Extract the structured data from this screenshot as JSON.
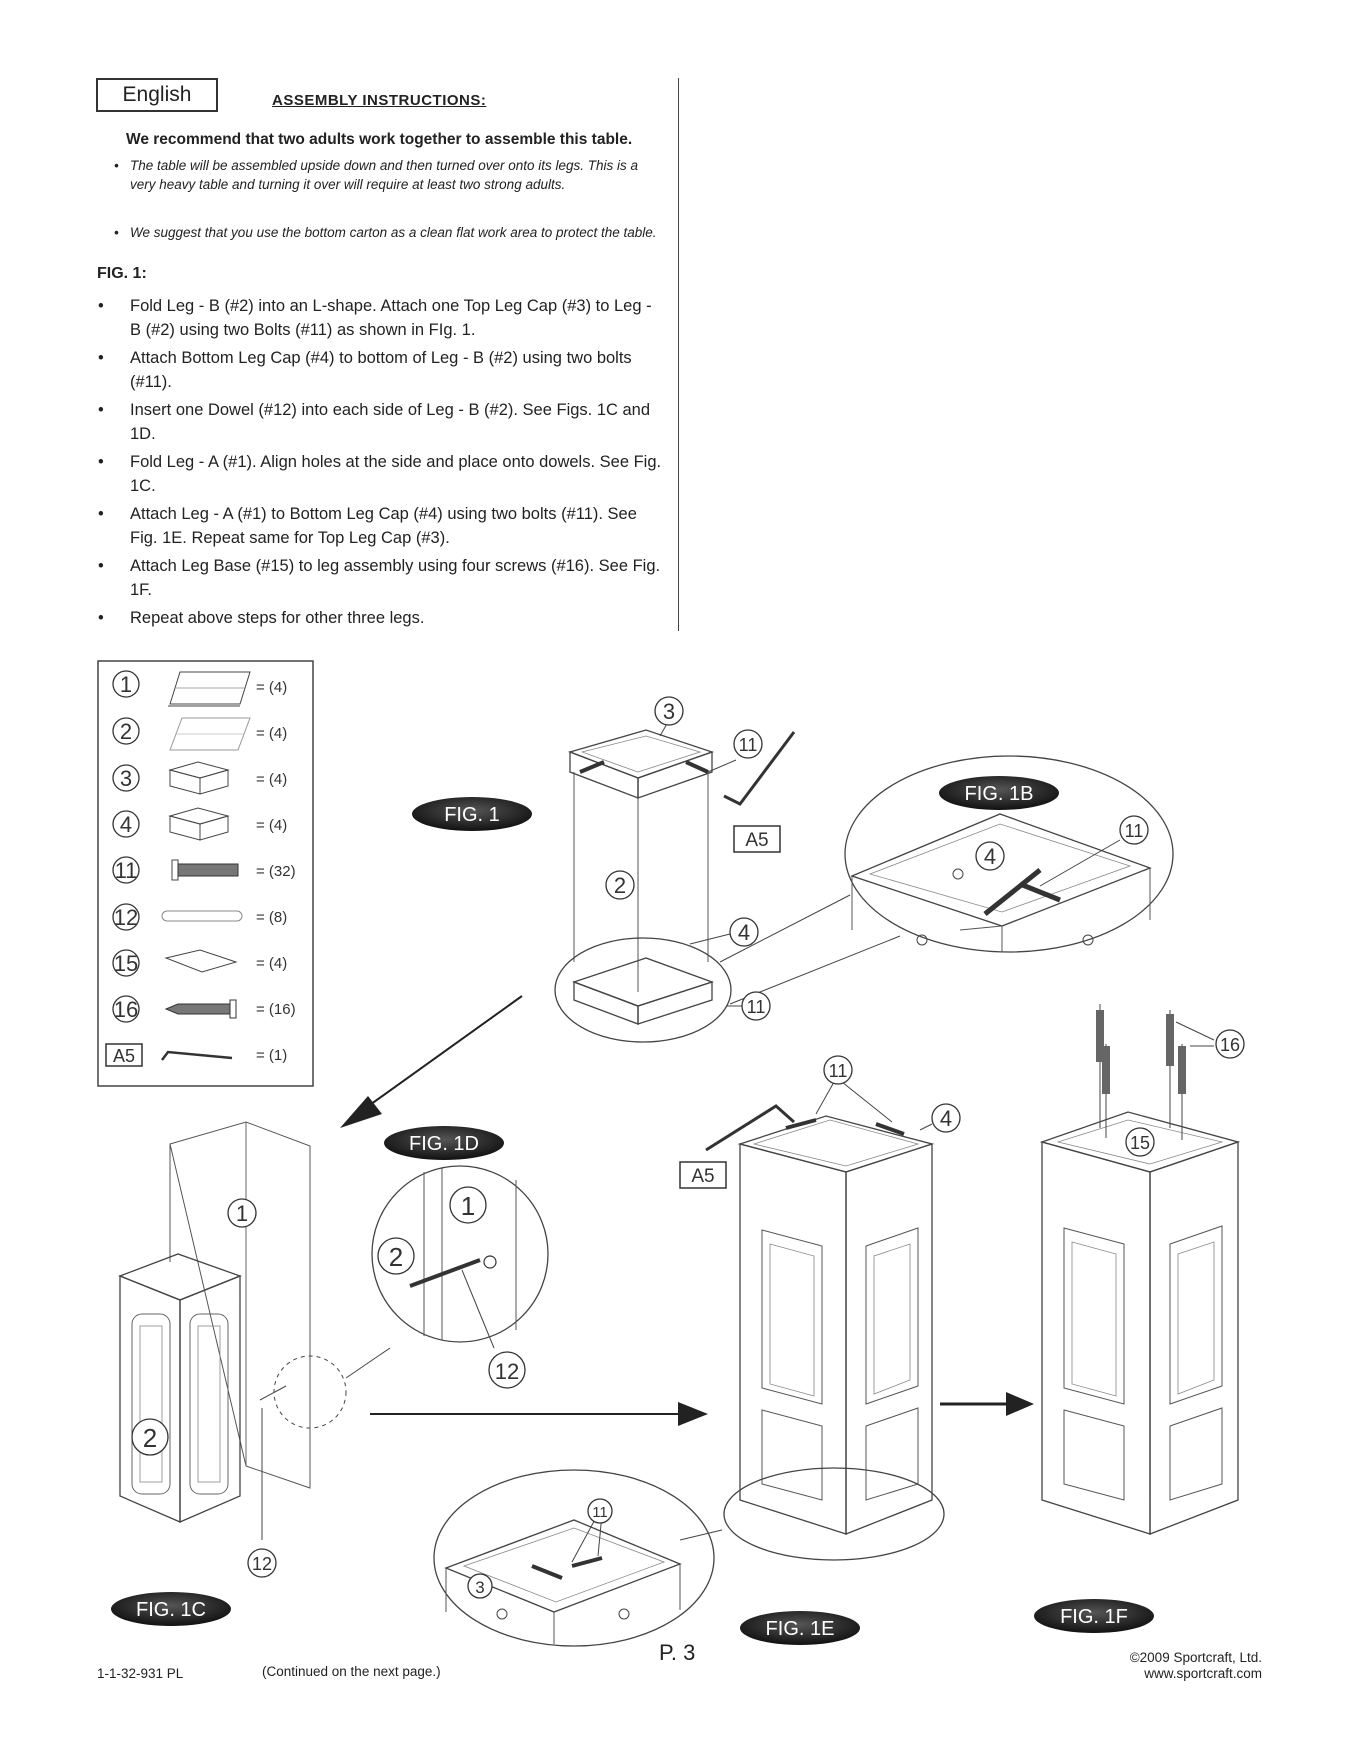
{
  "header": {
    "language": "English",
    "title": "ASSEMBLY INSTRUCTIONS:",
    "recommend": "We recommend that two adults work together to assemble this table."
  },
  "notes": [
    "The table will be assembled upside down and then turned over onto its legs. This is a very heavy table and turning it over will require at least two strong adults.",
    "We suggest that you use the bottom carton as a clean flat work area to protect the table."
  ],
  "fig1_heading": "FIG. 1:",
  "steps": [
    "Fold Leg - B (#2) into an L-shape. Attach one Top Leg Cap (#3) to Leg - B (#2) using two Bolts (#11) as shown in FIg. 1.",
    "Attach Bottom Leg Cap (#4) to bottom of Leg - B (#2) using two bolts (#11).",
    "Insert one Dowel (#12) into each side of Leg - B (#2). See Figs. 1C and 1D.",
    "Fold Leg - A (#1). Align holes at the side and place onto dowels. See Fig. 1C.",
    "Attach Leg - A (#1) to Bottom Leg Cap (#4) using two bolts (#11). See Fig. 1E. Repeat same for Top Leg Cap (#3).",
    "Attach Leg Base (#15) to leg assembly using four screws (#16). See Fig. 1F.",
    "Repeat above steps for other three legs."
  ],
  "parts": [
    {
      "id": "1",
      "qty": "= (4)"
    },
    {
      "id": "2",
      "qty": "= (4)"
    },
    {
      "id": "3",
      "qty": "= (4)"
    },
    {
      "id": "4",
      "qty": "= (4)"
    },
    {
      "id": "11",
      "qty": "= (32)"
    },
    {
      "id": "12",
      "qty": "= (8)"
    },
    {
      "id": "15",
      "qty": "= (4)"
    },
    {
      "id": "16",
      "qty": "= (16)"
    },
    {
      "id": "A5",
      "qty": "= (1)"
    }
  ],
  "figures": {
    "fig1": "FIG. 1",
    "fig1b": "FIG. 1B",
    "fig1c": "FIG. 1C",
    "fig1d": "FIG. 1D",
    "fig1e": "FIG. 1E",
    "fig1f": "FIG. 1F"
  },
  "callouts": {
    "c3": "3",
    "c11": "11",
    "c2": "2",
    "c4": "4",
    "c12": "12",
    "c15": "15",
    "c16": "16",
    "c1": "1",
    "a5": "A5"
  },
  "footer": {
    "code": "1-1-32-931 PL",
    "continued": "(Continued on the next page.)",
    "page": "P. 3",
    "copyright": "©2009 Sportcraft, Ltd.",
    "website": "www.sportcraft.com"
  }
}
